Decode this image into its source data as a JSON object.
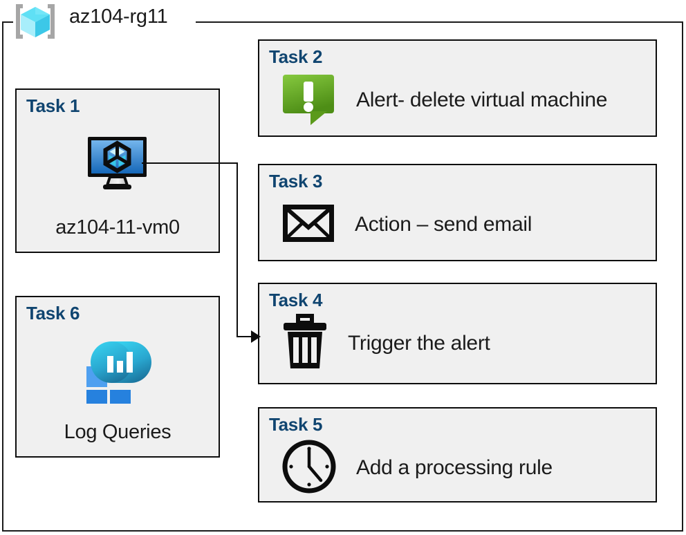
{
  "resource_group": {
    "name": "az104-rg11",
    "icon": "azure-resource-group-icon"
  },
  "colors": {
    "task_title": "#104570",
    "card_background": "#F0F0F0",
    "card_border": "#0D0D0D",
    "body_text": "#1B1B1B",
    "alert_green_light": "#7BC242",
    "alert_green_dark": "#4F8E18",
    "monitor_cyan": "#32C6E9",
    "monitor_teal": "#1C7CA6",
    "tile_blue_light": "#4FA0F0",
    "tile_blue": "#2681DE",
    "vm_screen_top": "#6AAEEA",
    "vm_screen_bottom": "#1567B8"
  },
  "cards": {
    "task1": {
      "title": "Task 1",
      "caption": "az104-11-vm0",
      "icon": "virtual-machine-icon"
    },
    "task2": {
      "title": "Task 2",
      "label": "Alert- delete virtual machine",
      "icon": "alert-callout-icon"
    },
    "task3": {
      "title": "Task 3",
      "label": "Action – send email",
      "icon": "envelope-icon"
    },
    "task4": {
      "title": "Task 4",
      "label": "Trigger the alert",
      "icon": "trash-can-icon"
    },
    "task5": {
      "title": "Task 5",
      "label": "Add a processing rule",
      "icon": "clock-icon"
    },
    "task6": {
      "title": "Task 6",
      "caption": "Log Queries",
      "icon": "azure-monitor-log-analytics-icon"
    }
  },
  "connector": {
    "from": "task1-virtual-machine-icon",
    "to": "task4-card",
    "arrow": "arrow-right"
  }
}
